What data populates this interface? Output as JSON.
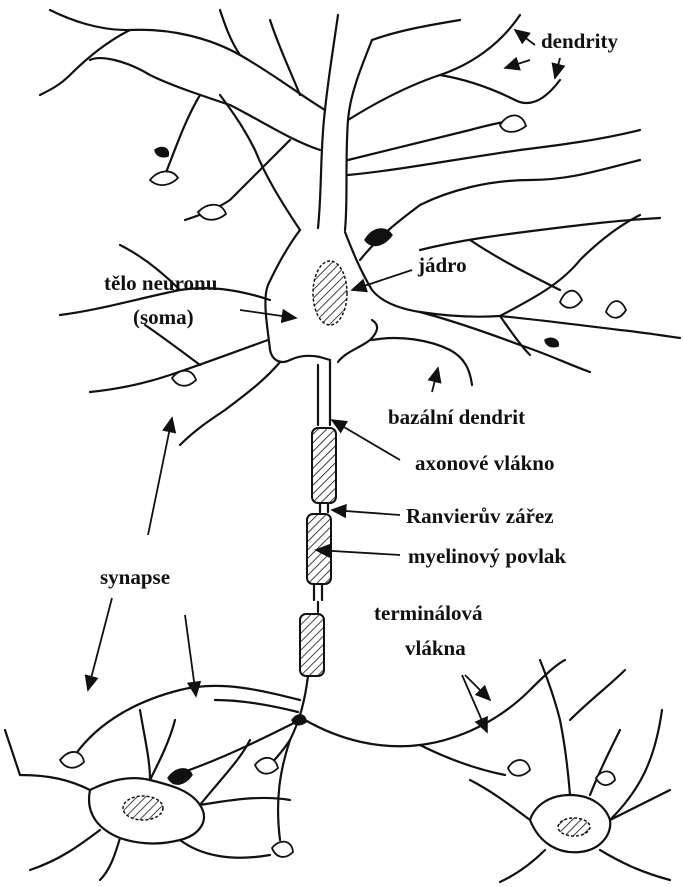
{
  "labels": {
    "dendrity": "dendrity",
    "jadro": "jádro",
    "telo_line1": "tělo neuronu",
    "telo_line2": "(soma)",
    "bazalni_dendrit": "bazální dendrit",
    "axonove_vlakno": "axonové vlákno",
    "ranvieruv_zarez": "Ranvierův zářez",
    "myelinovy_povlak": "myelinový povlak",
    "synapse": "synapse",
    "terminalova_line1": "terminálová",
    "terminalova_line2": "vlákna"
  }
}
